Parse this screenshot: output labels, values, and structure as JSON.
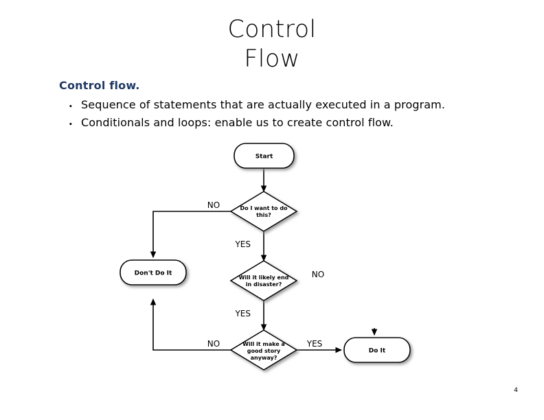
{
  "slide": {
    "title_lines": [
      "Control",
      "Flow"
    ],
    "page_number": "4",
    "accent_color": "#1F3864",
    "text_color": "#000000",
    "background_color": "#FFFFFF"
  },
  "content": {
    "lead": "Control flow.",
    "bullet_marker": ".",
    "bullets": [
      "Sequence of statements that are actually executed in a program.",
      "Conditionals and loops: enable us to create control flow."
    ]
  },
  "flowchart": {
    "nodes": {
      "start": "Start",
      "dont_do_it": "Don't Do It",
      "do_it": "Do It"
    },
    "decisions": [
      {
        "id": "want",
        "lines": [
          "Do I want to do",
          "this?"
        ]
      },
      {
        "id": "disaster",
        "lines": [
          "Will it likely end",
          "in disaster?"
        ]
      },
      {
        "id": "story",
        "lines": [
          "Will it make a",
          "good story",
          "anyway?"
        ]
      }
    ],
    "edge_labels": {
      "want_no": "NO",
      "want_yes": "YES",
      "disaster_no": "NO",
      "disaster_yes": "YES",
      "story_no": "NO",
      "story_yes": "YES"
    }
  }
}
